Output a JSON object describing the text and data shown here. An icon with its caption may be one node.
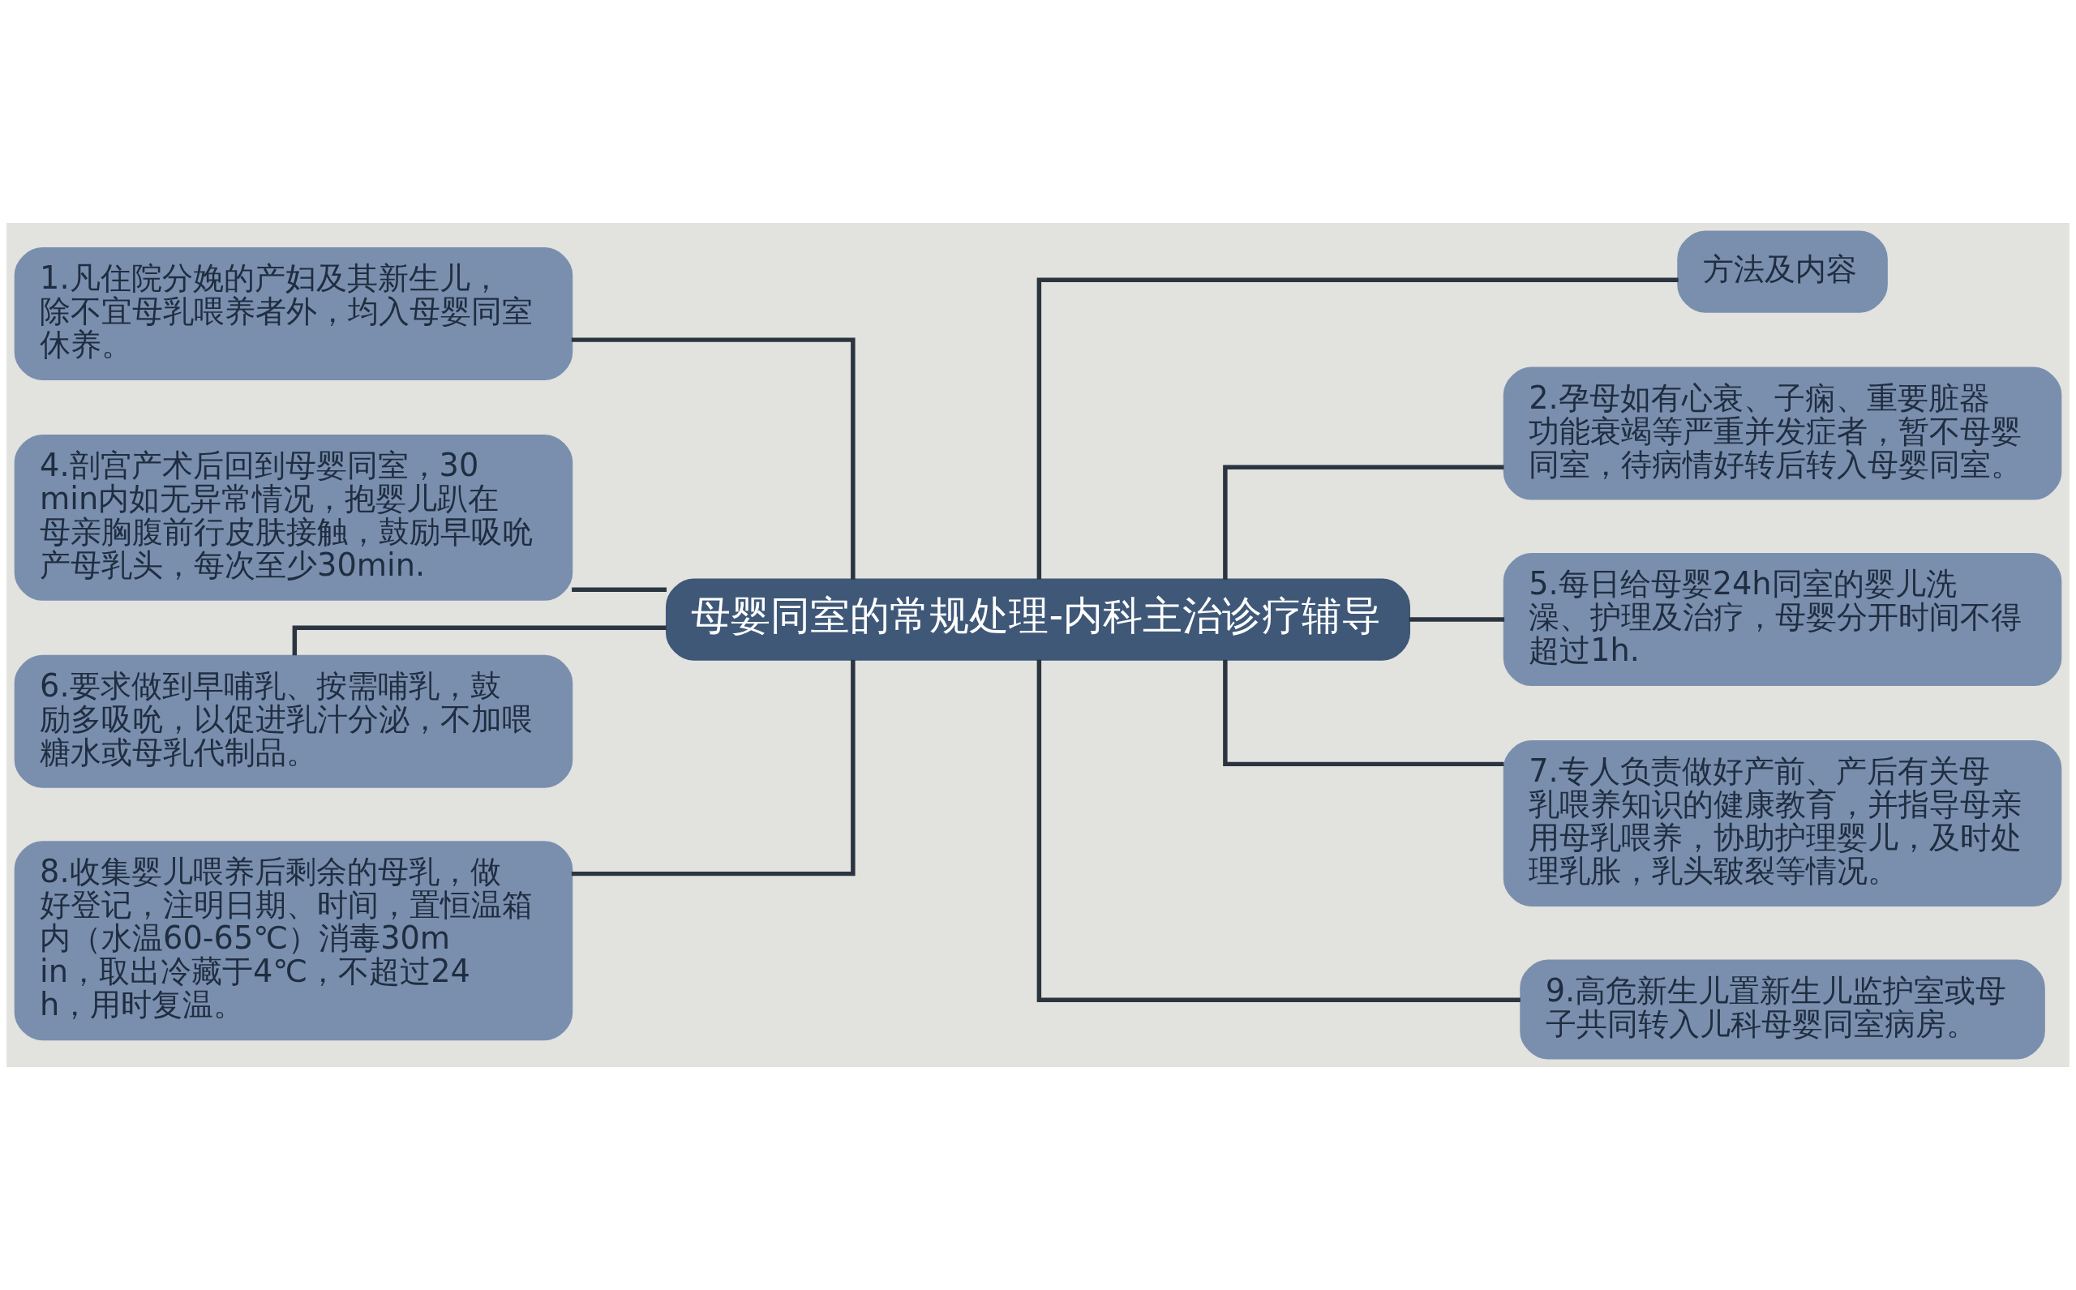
{
  "diagram": {
    "nodes": [
      {
        "text": [
          "母婴同室的常规处理-内科主治诊疗辅导"
        ]
      },
      {
        "text": [
          "1.凡住院分娩的产妇及其新生儿，除不宜母乳喂养者外，均入母婴同室休养。"
        ]
      },
      {
        "text": [
          "4.剖宫产术后回到母婴同室，30min内如无异常情况，抱婴儿趴在母亲胸腹前行皮肤接触，鼓励早吸吮产母乳头，每次至少30min."
        ]
      },
      {
        "text": [
          "6.要求做到早哺乳、按需哺乳，鼓励多吸吮，以促进乳汁分泌，不加喂糖水或母乳代制品。"
        ]
      },
      {
        "text": [
          "8.收集婴儿喂养后剩余的母乳，做好登记，注明日期、时间，置恒温箱内（水温60-65℃）消毒30min，取出冷藏于4℃，不超过24h，用时复温。"
        ]
      },
      {
        "text": [
          "方法及内容"
        ]
      },
      {
        "text": [
          "2.孕母如有心衰、子痫、重要脏器功能衰竭等严重并发症者，暂不母婴同室，待病情好转后转入母婴同室。"
        ]
      },
      {
        "text": [
          "5.每日给母婴24h同室的婴儿洗澡、护理及治疗，母婴分开时间不得超过1h."
        ]
      },
      {
        "text": [
          "7.专人负责做好产前、产后有关母乳喂养知识的健康教育，并指导母亲用母乳喂养，协助护理婴儿，及时处理乳胀，乳头皲裂等情况。"
        ]
      },
      {
        "text": [
          "9.高危新生儿置新生儿监护室或母子共同转入儿科母婴同室病房。"
        ]
      }
    ],
    "edges": [
      {
        "from": 1,
        "to": 0,
        "arrow": "none"
      },
      {
        "from": 2,
        "to": 0,
        "arrow": "none"
      },
      {
        "from": 3,
        "to": 0,
        "arrow": "none"
      },
      {
        "from": 4,
        "to": 0,
        "arrow": "none"
      },
      {
        "from": 0,
        "to": 5,
        "arrow": "none"
      },
      {
        "from": 0,
        "to": 6,
        "arrow": "none"
      },
      {
        "from": 0,
        "to": 7,
        "arrow": "none"
      },
      {
        "from": 0,
        "to": 8,
        "arrow": "none"
      },
      {
        "from": 0,
        "to": 9,
        "arrow": "none"
      }
    ]
  }
}
